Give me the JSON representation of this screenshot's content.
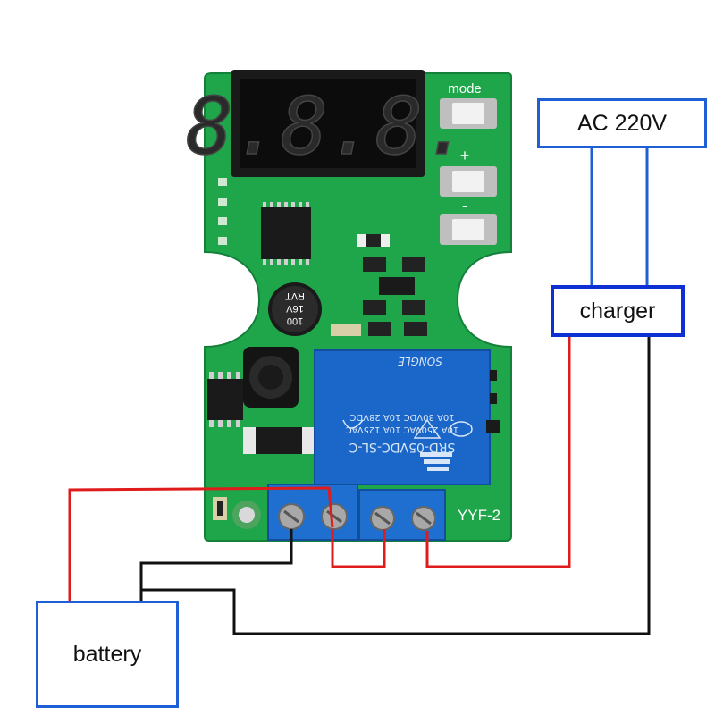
{
  "labels": {
    "ac_source": "AC 220V",
    "charger": "charger",
    "battery": "battery"
  },
  "board": {
    "display_digits": "8.8.8.",
    "button_labels": [
      "mode",
      "+",
      "-"
    ],
    "capacitor_text": [
      "100",
      "16V",
      "RVT"
    ],
    "relay_model": "SRD-05VDC-SL-C",
    "relay_ratings": [
      "10A 250VAC 10A 125VAC",
      "10A 30VDC 10A 28VDC"
    ],
    "relay_brand": "SONGLE",
    "board_model": "YYF-2"
  },
  "colors": {
    "pcb": "#1fa64a",
    "box_border": "#1f5fd6",
    "wire_red": "#e01b1b",
    "wire_black": "#111111",
    "wire_blue": "#1f5fd6",
    "relay": "#1b66c9",
    "terminal": "#1f6fd0"
  }
}
